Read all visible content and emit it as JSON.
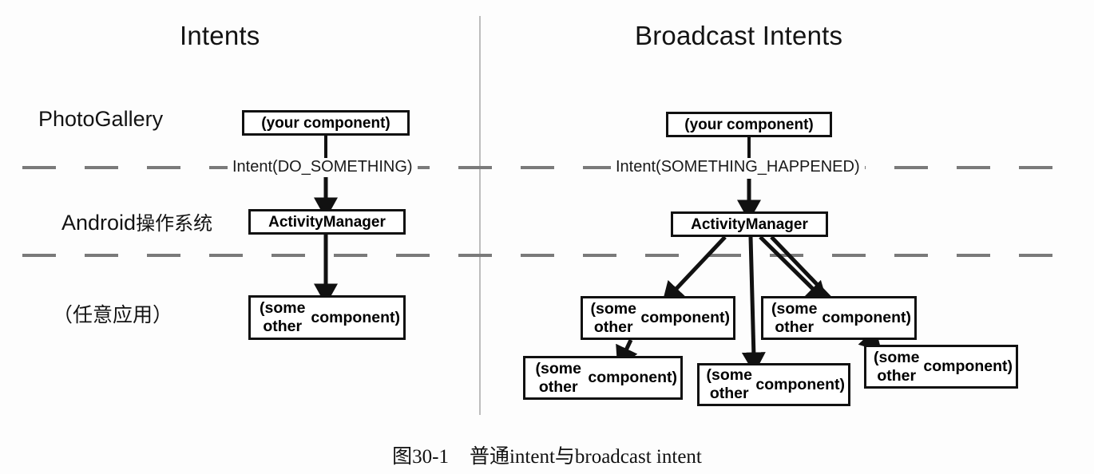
{
  "figure": {
    "caption_number": "图30-1",
    "caption_text": "普通intent与broadcast intent"
  },
  "columns": {
    "left": {
      "title": "Intents",
      "intent_label": "Intent(DO_SOMETHING)",
      "boxes": {
        "your_component": "(your component)",
        "activity_manager": "ActivityManager",
        "some_other_component": "(some other\ncomponent)"
      }
    },
    "right": {
      "title": "Broadcast Intents",
      "intent_label": "Intent(SOMETHING_HAPPENED)",
      "boxes": {
        "your_component": "(your component)",
        "activity_manager": "ActivityManager",
        "receivers": [
          "(some other\ncomponent)",
          "(some other\ncomponent)",
          "(some other\ncomponent)",
          "(some other\ncomponent)",
          "(some other\ncomponent)"
        ]
      }
    }
  },
  "layers": [
    {
      "id": "app",
      "label_latin": "PhotoGallery",
      "label_cjk": ""
    },
    {
      "id": "os",
      "label_latin": "Android",
      "label_cjk": "操作系统"
    },
    {
      "id": "anyapp",
      "label_latin": "",
      "label_cjk": "（任意应用）"
    }
  ],
  "colors": {
    "stroke": "#111111",
    "dashed_separator": "#7a7a7a",
    "divider": "#bdbdbd",
    "background": "#fdfdfd"
  },
  "diagram_data": {
    "type": "diagram",
    "left_flow": [
      "(your component)",
      "ActivityManager",
      "(some other component)"
    ],
    "right_flow_fanout": 4,
    "right_chain_after_receiver": 1
  }
}
